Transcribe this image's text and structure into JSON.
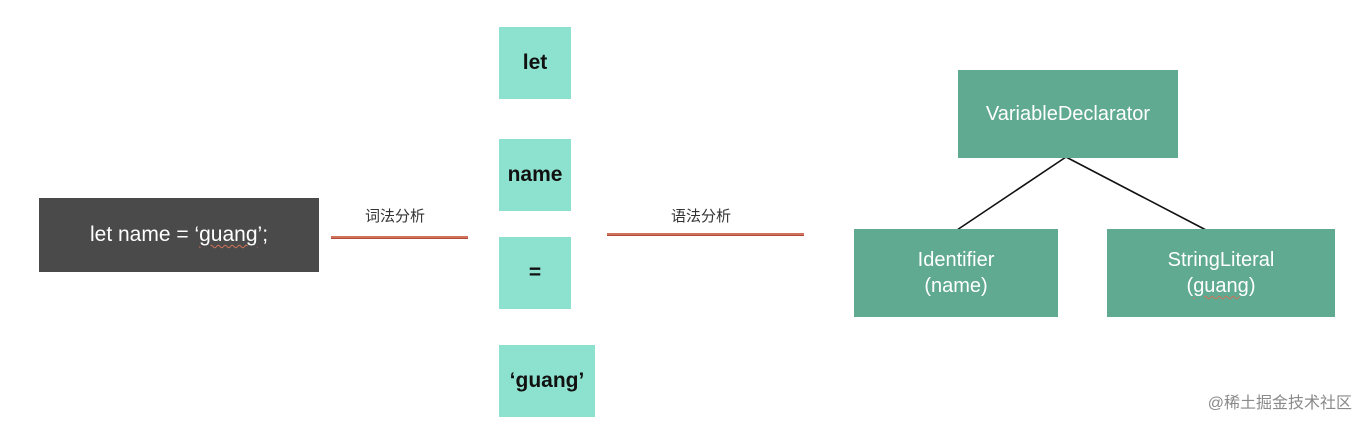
{
  "source_code": {
    "prefix": "let name = ‘",
    "highlight": "guang",
    "suffix": "’;"
  },
  "stages": {
    "lexical": "词法分析",
    "syntax": "语法分析"
  },
  "tokens": [
    "let",
    "name",
    "=",
    "‘guang’"
  ],
  "tree": {
    "root": "VariableDeclarator",
    "left": {
      "line1": "Identifier",
      "line2": "(name)"
    },
    "right": {
      "line1": "StringLiteral",
      "line2_open": "(",
      "line2_highlight": "guang",
      "line2_close": ")"
    }
  },
  "watermark": "@稀土掘金技术社区",
  "colors": {
    "source_box": "#4a4a4a",
    "token_box": "#8de2cf",
    "ast_node": "#5faa90",
    "arrow_line": "#d0735a"
  }
}
